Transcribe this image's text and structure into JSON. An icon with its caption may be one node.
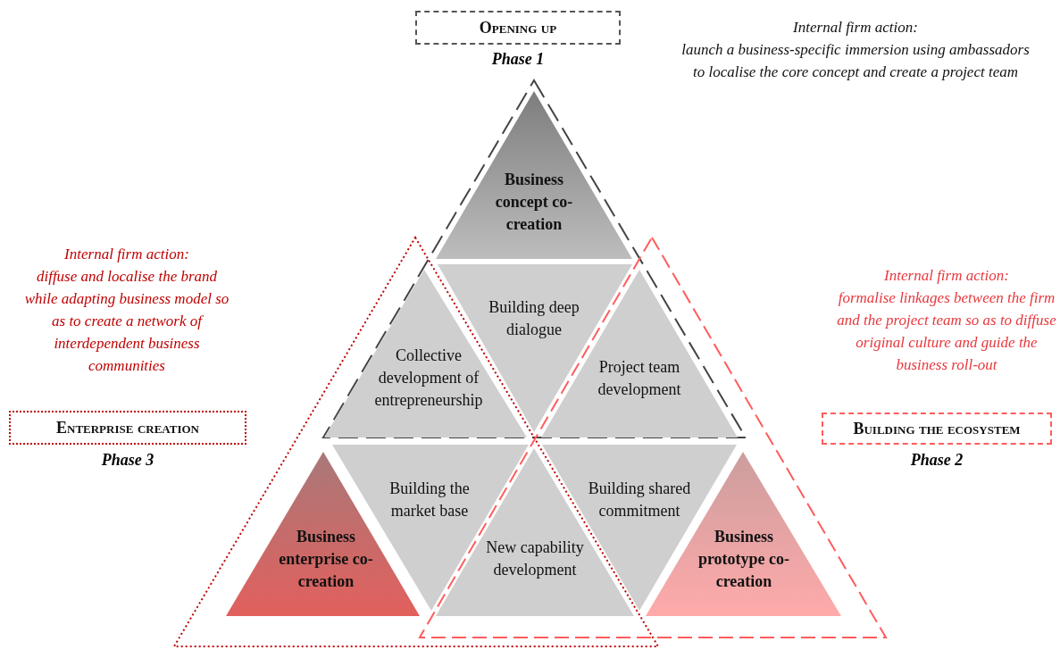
{
  "diagram": {
    "nodes": [
      {
        "text": [
          "Opening up"
        ],
        "beside": [
          "Phase 1"
        ]
      },
      {
        "text": [],
        "shape": "triangle"
      },
      {
        "text": [],
        "shape": "triangle"
      },
      {
        "text": [],
        "shape": "triangle"
      },
      {
        "text": [
          "Business concept co-creation"
        ],
        "in": 1
      },
      {
        "text": [
          "Building deep dialogue"
        ],
        "in": 1
      },
      {
        "text": [
          "Collective development of entrepreneurship"
        ]
      },
      {
        "text": [
          "Project team development"
        ]
      },
      {
        "text": [
          "Enterprise creation"
        ],
        "beside": [
          "Phase 3"
        ]
      },
      {
        "text": [
          "Building the ecosystem"
        ],
        "beside": [
          "Phase 2"
        ]
      },
      {
        "text": [
          "Building the market base"
        ],
        "in": 2
      },
      {
        "text": [
          "Building shared commitment"
        ],
        "in": 3
      },
      {
        "text": [
          "New capability development"
        ]
      },
      {
        "text": [
          "Business enterprise co-creation"
        ],
        "in": 2
      },
      {
        "text": [
          "Business prototype co-creation"
        ],
        "in": 3
      }
    ],
    "labels": [
      "Internal firm action:",
      "launch a business-specific immersion using ambassadors to localise the core concept and create a project team",
      "Internal firm action:",
      "diffuse and localise the brand while adapting business model so as to create a network of interdependent business communities",
      "Internal firm action:",
      "formalise linkages between the firm and the project team so as to diffuse original culture and guide the business roll-out"
    ]
  }
}
